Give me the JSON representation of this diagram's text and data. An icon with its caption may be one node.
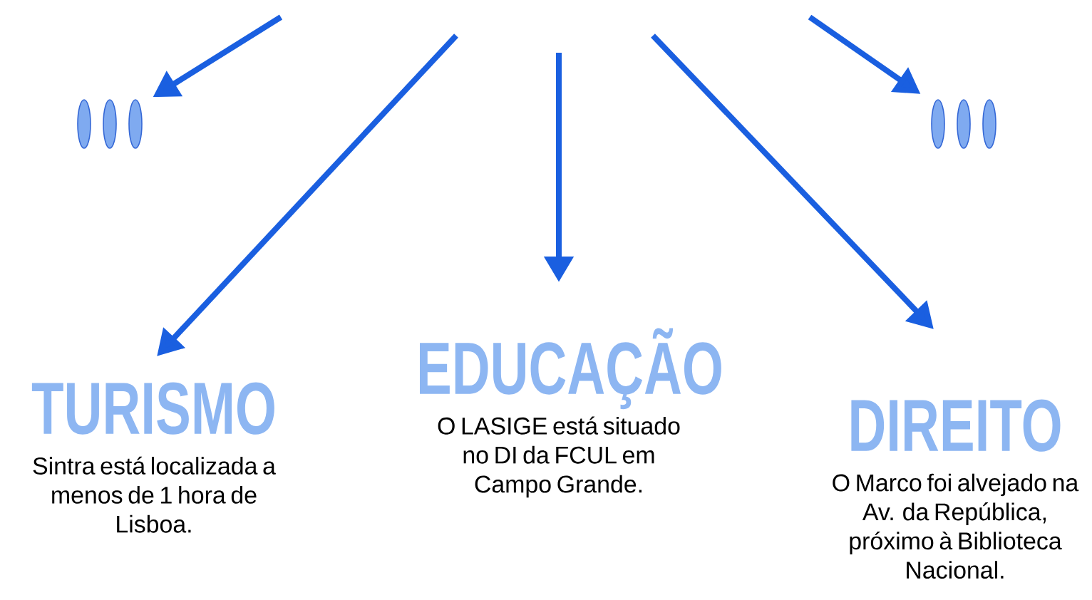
{
  "diagram": {
    "nodes": [
      {
        "text": [],
        "shape": "oval"
      },
      {
        "text": [
          "TURISMO",
          "Sintra está localizada a menos de 1 hora de Lisboa."
        ]
      },
      {
        "text": [
          "EDUCAÇÃO",
          "O LASIGE está situado no DI da FCUL em Campo Grande."
        ]
      },
      {
        "text": [
          "DIREITO",
          "O Marco foi alvejado na Av. da República, próximo à Biblioteca Nacional."
        ]
      },
      {
        "text": [],
        "shape": "oval"
      }
    ],
    "edges": [
      {
        "from": null,
        "to": 0,
        "arrow": "to"
      },
      {
        "from": null,
        "to": 1,
        "arrow": "to"
      },
      {
        "from": null,
        "to": 2,
        "arrow": "to"
      },
      {
        "from": null,
        "to": 3,
        "arrow": "to"
      },
      {
        "from": null,
        "to": 4,
        "arrow": "to"
      }
    ]
  }
}
